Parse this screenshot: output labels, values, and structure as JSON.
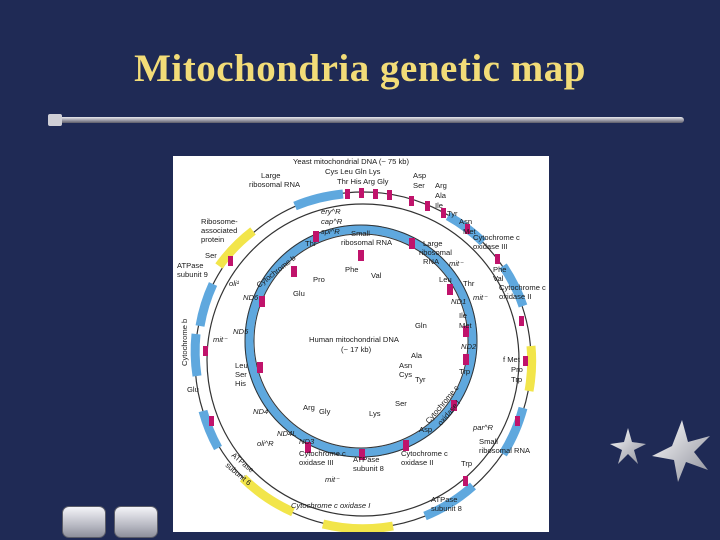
{
  "slide": {
    "title": "Mitochondria genetic map",
    "background": "#1f2a55",
    "title_color": "#f2dc78"
  },
  "diagram": {
    "yeast_title": "Yeast mitochondrial DNA (~ 75 kb)",
    "human_title_1": "Human mitochondrial DNA",
    "human_title_2": "(~ 17 kb)",
    "colors": {
      "gene": "#5fa8de",
      "trna": "#c0136b",
      "yeast_extra": "#f2e54a",
      "ring": "#333333"
    },
    "labels": {
      "cys_leu_gln_lys": "Cys Leu Gln Lys",
      "thr_his_arg_gly": "Thr His  Arg  Gly",
      "asp_ser": "Asp",
      "ser1": "Ser",
      "arg1": "Arg",
      "ala1": "Ala",
      "ile1": "Ile",
      "tyr1": "Tyr",
      "asn1": "Asn",
      "met1": "Met",
      "large_rrna_y": "Large",
      "large_rrna_y2": "ribosomal RNA",
      "ribosome_assoc": "Ribosome-",
      "ribosome_assoc2": "associated",
      "ribosome_assoc3": "protein",
      "ser_y": "Ser",
      "atpase9": "ATPase",
      "atpase9b": "subunit 9",
      "oli1": "oli¹",
      "nd6": "ND6",
      "nd5": "ND5",
      "mit1": "mit⁻",
      "cytb_y": "Cytochrome b",
      "leu_h": "Leu",
      "ser_h": "Ser",
      "his_h": "His",
      "glu_y": "Glu",
      "ery": "ery^R",
      "cap": "cap^R",
      "spi": "spi^R",
      "thr_h": "Thr",
      "small_rrna_h": "Small",
      "small_rrna_h2": "ribosomal RNA",
      "large_rrna_h": "Large",
      "large_rrna_h2": "ribosomal",
      "large_rrna_h3": "RNA",
      "cytb_h": "Cytochrome b",
      "pro_h": "Pro",
      "phe_h": "Phe",
      "val_h": "Val",
      "glu_h": "Glu",
      "co3": "Cytochrome c",
      "co3b": "oxidase III",
      "mit2": "mit⁻",
      "phe_y": "Phe",
      "val_y": "Val",
      "co2_y": "Cytochrome c",
      "co2_yb": "oxidase II",
      "leu_h2": "Leu",
      "thr_y": "Thr",
      "nd1": "ND1",
      "mit3": "mit⁻",
      "ile_h": "Ile",
      "gln_h": "Gln",
      "met_h": "Met",
      "nd2": "ND2",
      "fmet": "f Met",
      "pro_y": "Pro",
      "trp_y": "Trp",
      "ala_h": "Ala",
      "asn_h": "Asn",
      "cys_h": "Cys",
      "tyr_h": "Tyr",
      "trp_h": "Trp",
      "co1_h": "Cytochrome c",
      "co1_hb": "oxidase I",
      "nd4": "ND4",
      "arg_h": "Arg",
      "gly_h": "Gly",
      "lys_h": "Lys",
      "ser_h2": "Ser",
      "asp_h": "Asp",
      "par": "par^R",
      "small_rrna_y": "Small",
      "small_rrna_y2": "ribosomal RNA",
      "trp_y2": "Trp",
      "nd4l": "ND4L",
      "nd3": "ND3",
      "oli2": "oli^R",
      "co3_h": "Cytochrome c",
      "co3_hb": "oxidase III",
      "atp68": "ATPase",
      "atp68b": "subunit 8",
      "co2_h": "Cytochrome c",
      "co2_hb": "oxidase II",
      "atp6_y": "ATPase",
      "atp6_yb": "subunit 6",
      "mit4": "mit⁻",
      "co1_y": "Cytochrome  c  oxidase I",
      "atp8_y": "ATPase",
      "atp8_yb": "subunit 8"
    }
  },
  "nav": {
    "prev_icon": "nav-left-button",
    "next_icon": "nav-right-button"
  },
  "decor": {
    "stars": "star-icon"
  }
}
